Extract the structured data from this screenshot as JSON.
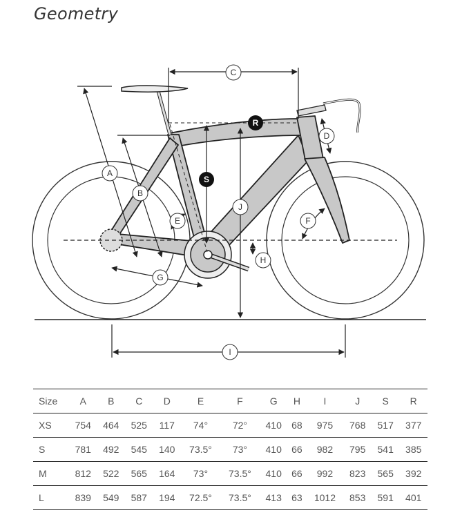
{
  "title": "Geometry",
  "labels": [
    "A",
    "B",
    "C",
    "D",
    "E",
    "F",
    "G",
    "H",
    "I",
    "J",
    "S",
    "R"
  ],
  "colors": {
    "frame": "#c8c8c8",
    "line": "#222222",
    "dark_marker": "#111111"
  },
  "table": {
    "headers": [
      "Size",
      "A",
      "B",
      "C",
      "D",
      "E",
      "F",
      "G",
      "H",
      "I",
      "J",
      "S",
      "R"
    ],
    "rows": [
      [
        "XS",
        "754",
        "464",
        "525",
        "117",
        "74°",
        "72°",
        "410",
        "68",
        "975",
        "768",
        "517",
        "377"
      ],
      [
        "S",
        "781",
        "492",
        "545",
        "140",
        "73.5°",
        "73°",
        "410",
        "66",
        "982",
        "795",
        "541",
        "385"
      ],
      [
        "M",
        "812",
        "522",
        "565",
        "164",
        "73°",
        "73.5°",
        "410",
        "66",
        "992",
        "823",
        "565",
        "392"
      ],
      [
        "L",
        "839",
        "549",
        "587",
        "194",
        "72.5°",
        "73.5°",
        "413",
        "63",
        "1012",
        "853",
        "591",
        "401"
      ]
    ]
  }
}
